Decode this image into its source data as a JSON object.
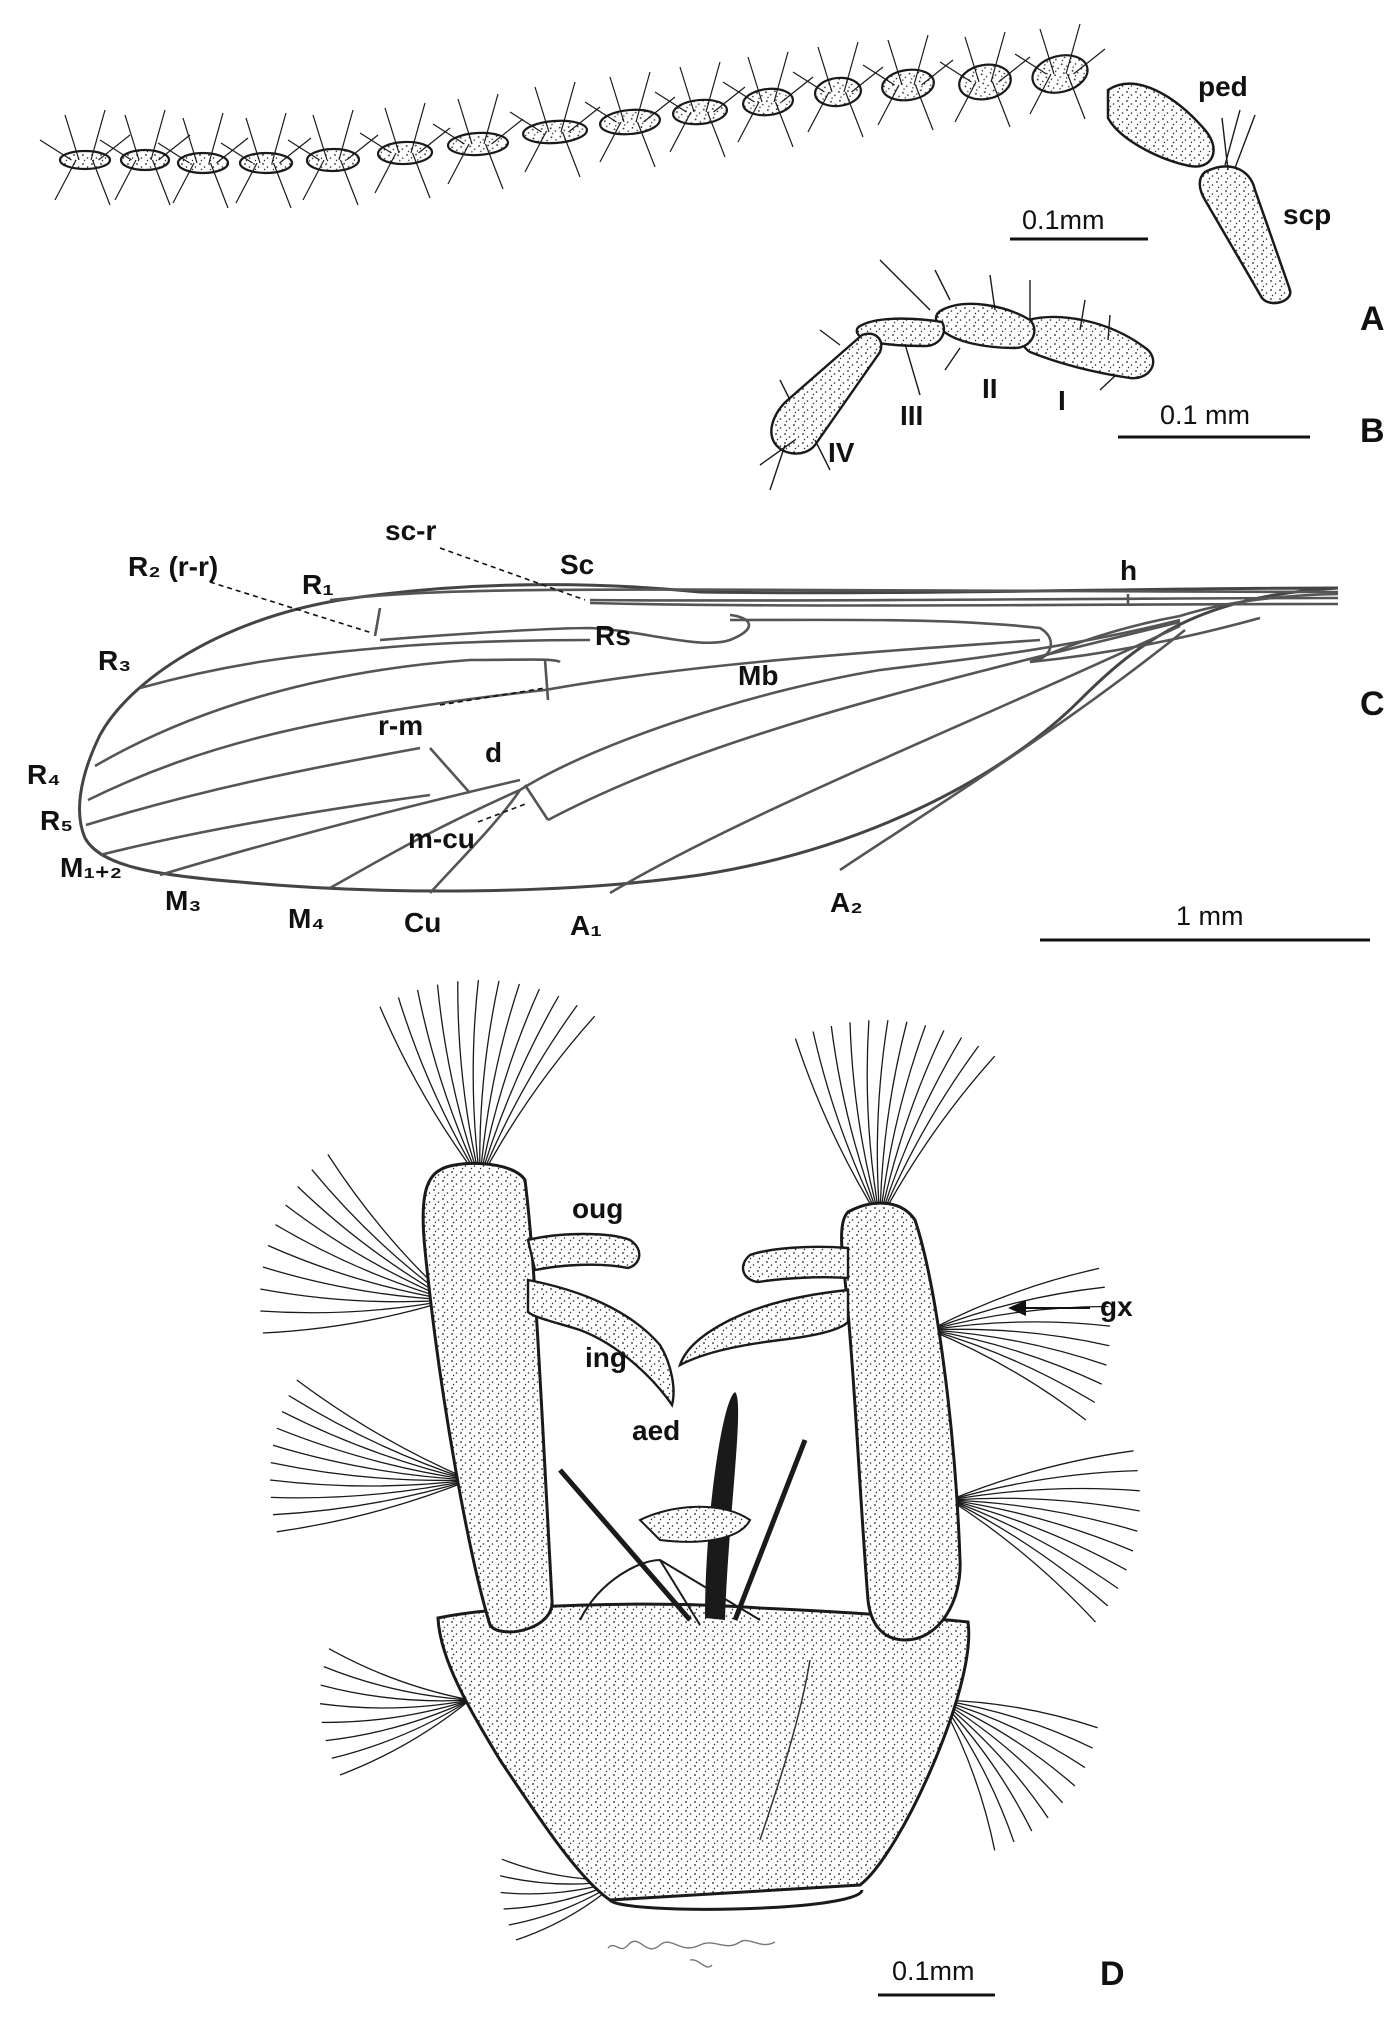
{
  "panels": {
    "A": "A",
    "B": "B",
    "C": "C",
    "D": "D"
  },
  "antenna": {
    "labels": {
      "pedicel": "ped",
      "scape": "scp"
    },
    "scale_label": "0.1mm"
  },
  "palpus": {
    "segments": [
      "I",
      "II",
      "III",
      "IV"
    ],
    "scale_label": "0.1 mm"
  },
  "wing": {
    "veins": {
      "sc_r": "sc-r",
      "sc": "Sc",
      "h": "h",
      "r2": "R₂ (r-r)",
      "r1": "R₁",
      "rs": "Rs",
      "mb": "Mb",
      "r3": "R₃",
      "rm": "r-m",
      "d": "d",
      "r4": "R₄",
      "r5": "R₅",
      "m12": "M₁₊₂",
      "mcu": "m-cu",
      "m3": "M₃",
      "m4": "M₄",
      "cu": "Cu",
      "a1": "A₁",
      "a2": "A₂"
    },
    "scale_label": "1 mm"
  },
  "genitalia": {
    "labels": {
      "oug": "oug",
      "ing": "ing",
      "aed": "aed",
      "gx": "gx"
    },
    "scale_label": "0.1mm"
  }
}
